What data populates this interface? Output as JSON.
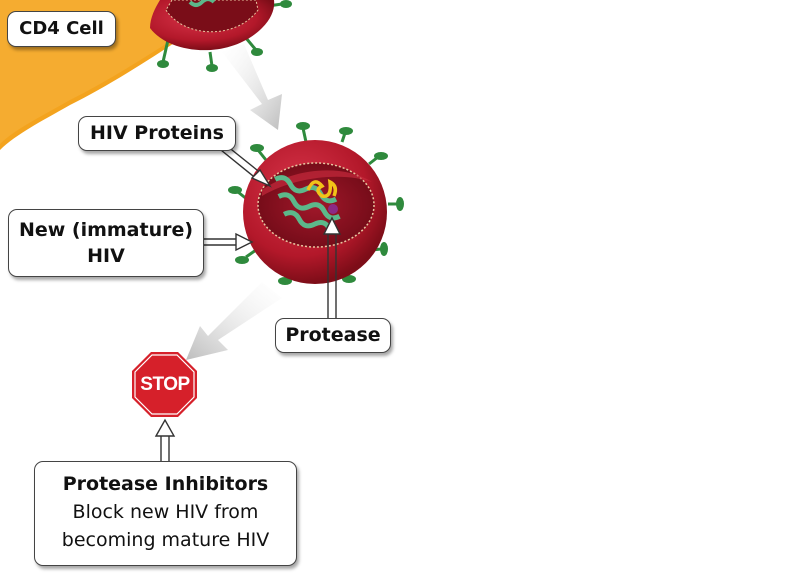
{
  "labels": {
    "cd4_cell": "CD4 Cell",
    "hiv_proteins": "HIV Proteins",
    "new_hiv_line1": "New (immature)",
    "new_hiv_line2": "HIV",
    "protease": "Protease",
    "inhibitors_title": "Protease Inhibitors",
    "inhibitors_line1": "Block new HIV from",
    "inhibitors_line2": "becoming mature HIV"
  },
  "stop_sign": {
    "text": "STOP",
    "color": "#d6202a"
  },
  "colors": {
    "cell": "#f3a31e",
    "virus": "#b3182a",
    "virus_inner": "#8e0f1e",
    "spike": "#2f8a3d",
    "rna": "#5cb88a",
    "protease_enzyme": "#8b2a86",
    "arrow": "#c8c8c8"
  }
}
